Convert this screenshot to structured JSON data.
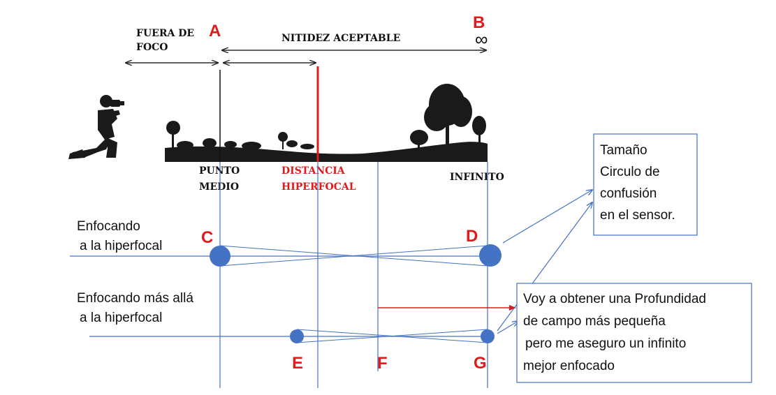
{
  "labels": {
    "fuera_de_foco_1": "FUERA DE",
    "fuera_de_foco_2": "FOCO",
    "nitidez": "NITIDEZ ACEPTABLE",
    "infinity_symbol": "∞",
    "punto_medio_1": "PUNTO",
    "punto_medio_2": "MEDIO",
    "distancia_1": "DISTANCIA",
    "distancia_2": "HIPERFOCAL",
    "infinito": "INFINITO"
  },
  "points": {
    "A": "A",
    "B": "B",
    "C": "C",
    "D": "D",
    "E": "E",
    "F": "F",
    "G": "G"
  },
  "captions": {
    "hiperfocal_1": "Enfocando",
    "hiperfocal_2": "a la hiperfocal",
    "mas_alla_1": "Enfocando más allá",
    "mas_alla_2": "a la hiperfocal"
  },
  "box_coc": {
    "line1": "Tamaño",
    "line2": "Circulo de",
    "line3": "confusión",
    "line4": "en el sensor."
  },
  "box_dof": {
    "line1": "Voy a obtener una Profundidad",
    "line2": "de campo más pequeña",
    "line3": "pero me aseguro un infinito",
    "line4": "mejor enfocado"
  },
  "colors": {
    "accent_red": "#e01b1b",
    "line_blue": "#4472c4",
    "circle_blue": "#4472c4",
    "silhouette": "#1a1a1a"
  }
}
